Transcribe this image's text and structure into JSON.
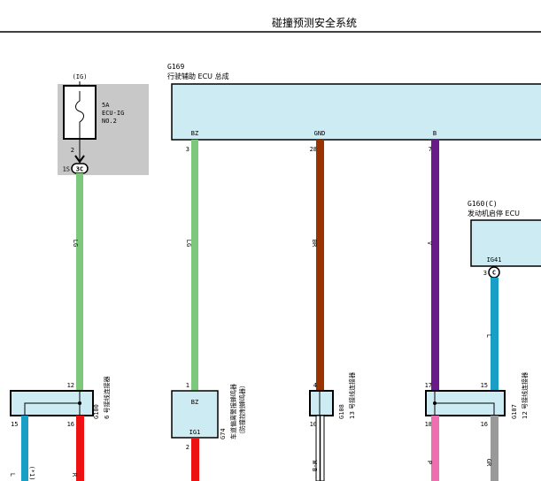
{
  "title": "碰撞预测安全系统",
  "fuse": {
    "power_label": "(IG)",
    "rating": "5A",
    "name_line1": "ECU-IG",
    "name_line2": "NO.2",
    "pin_upper": "2",
    "pin_lower": "1S",
    "junction": "3C"
  },
  "ecu_main": {
    "code": "G169",
    "name": "行驶辅助 ECU 总成",
    "terminals": [
      {
        "name": "BZ",
        "pin": "3",
        "wire": "LG"
      },
      {
        "name": "GND",
        "pin": "28",
        "wire": "BR"
      },
      {
        "name": "B",
        "pin": "7",
        "wire": "V"
      }
    ]
  },
  "ecu_start_stop": {
    "code": "G160(C)",
    "name": "发动机启停 ECU",
    "terminal": "IG41",
    "pin": "3",
    "junction": "C",
    "wire": "L"
  },
  "fuse_wire": "LG",
  "connectors": [
    {
      "code": "G100",
      "desc": "6 号接线连接器",
      "pin_top": "12",
      "pin_bl": "15",
      "pin_br": "16",
      "wire_l": "L",
      "note_l": "(*1)",
      "wire_r": "R"
    },
    {
      "code": "G74",
      "desc_line1": "车道偏离警报蜂鸣器",
      "desc_line2": "（防撞控制蜂鸣器）",
      "pin_top": "1",
      "pin_bottom": "2",
      "term_top": "BZ",
      "term_bottom": "IG1"
    },
    {
      "code": "G108",
      "desc": "13 号接线连接器",
      "pin_top": "4",
      "pin_bottom": "10",
      "wire": "W-B"
    },
    {
      "code": "G107",
      "desc": "12 号接线连接器",
      "pin_t1": "17",
      "pin_t2": "15",
      "pin_b1": "18",
      "pin_b2": "16",
      "wire_b1": "P",
      "wire_b2": "GR"
    }
  ],
  "colors": {
    "ecu_fill": "#cdebf3",
    "fuse_bg": "#c8c8c8",
    "wire_lg": "#7dc87d",
    "wire_br": "#993300",
    "wire_v": "#6a1b8a",
    "wire_l": "#199ec6",
    "wire_r": "#ee1111",
    "wire_p": "#ee6fb0",
    "wire_gr": "#999999"
  }
}
